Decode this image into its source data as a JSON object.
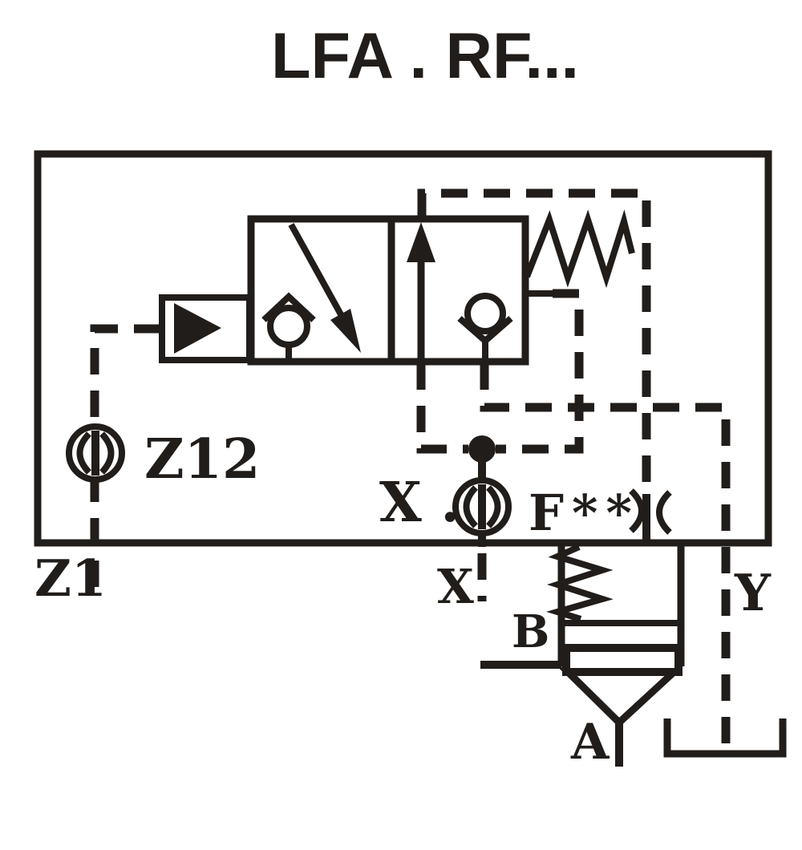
{
  "title": "LFA . RF...",
  "colors": {
    "ink": "#211d1a",
    "background": "#ffffff"
  },
  "schematic": {
    "ports": {
      "z1": "Z1",
      "z12": "Z12",
      "x": "X",
      "y": "Y",
      "b": "B",
      "a": "A"
    },
    "annotations": {
      "x_internal_orifice": "X .",
      "f_orifice": "F**"
    },
    "icons": {
      "pilot_actuator": "filled-triangle-right-icon",
      "check_valve": "ball-in-seat-icon",
      "flow_arrow": "up-arrow-icon",
      "transition_arrow": "diagonal-arrow-icon",
      "spring": "zigzag-spring-icon",
      "orifice": "circle-with-side-arcs-icon",
      "f_orifice_symbol": "facing-parentheses-icon",
      "junction": "filled-dot-icon",
      "tank": "open-top-reservoir-icon",
      "poppet": "cone-poppet-icon"
    }
  }
}
